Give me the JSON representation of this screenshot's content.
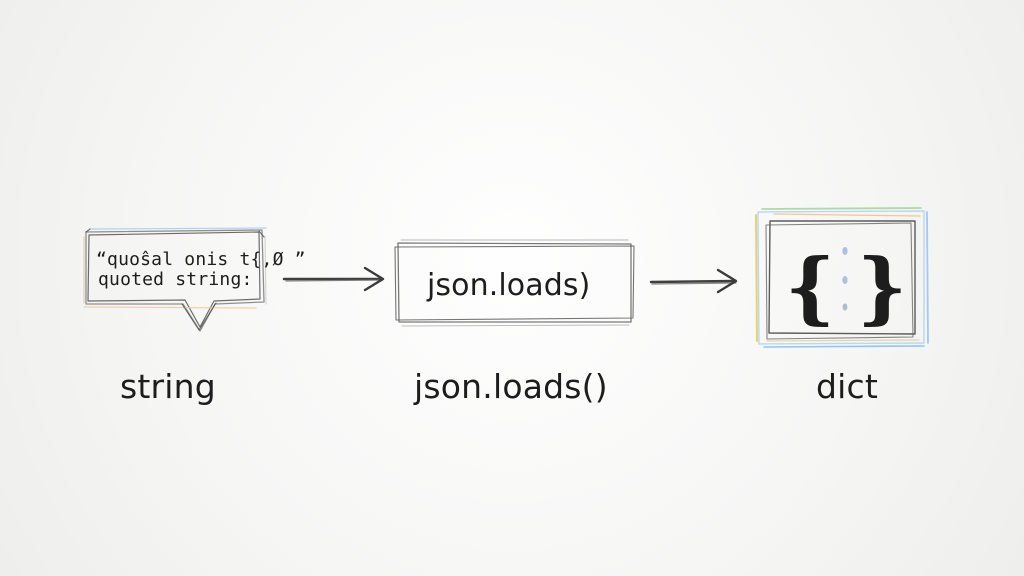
{
  "diagram": {
    "nodes": {
      "string_bubble": {
        "line1": "“quoŝal onis t{,Ø ”",
        "line2": "quoted string:"
      },
      "json_box": {
        "label": "json.loads)"
      },
      "dict_box": {
        "left_brace": "{",
        "right_brace": "}"
      }
    },
    "captions": {
      "left": "string",
      "middle": "json.loads()",
      "right": "dict"
    }
  }
}
